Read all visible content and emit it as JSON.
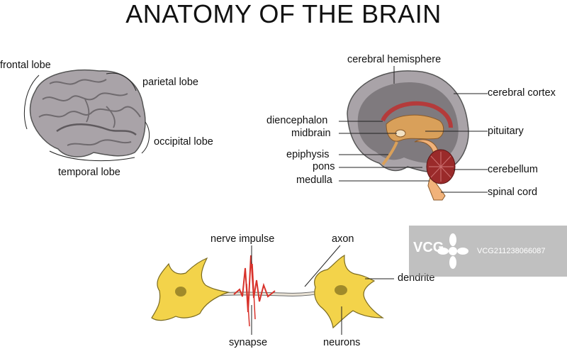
{
  "title": "ANATOMY OF THE BRAIN",
  "lobes": {
    "frontal": "frontal lobe",
    "parietal": "parietal lobe",
    "occipital": "occipital lobe",
    "temporal": "temporal lobe"
  },
  "section": {
    "cerebral_hemisphere": "cerebral hemisphere",
    "cerebral_cortex": "cerebral cortex",
    "diencephalon": "diencephalon",
    "midbrain": "midbrain",
    "pituitary": "pituitary",
    "epiphysis": "epiphysis",
    "pons": "pons",
    "cerebellum": "cerebellum",
    "medulla": "medulla",
    "spinal_cord": "spinal cord"
  },
  "neuron": {
    "nerve_impulse": "nerve impulse",
    "axon": "axon",
    "dendrite": "dendrite",
    "synapse": "synapse",
    "neurons": "neurons"
  },
  "watermark": {
    "logo": "VCG",
    "id": "VCG211238066087"
  },
  "colors": {
    "brain_gray": "#a9a3a8",
    "brain_gray_dark": "#7f7a7e",
    "cortex_red": "#b43b3b",
    "tan": "#d9a05a",
    "cerebellum": "#9a2a2a",
    "neuron_yellow": "#f3d34a",
    "impulse_red": "#d8322b"
  }
}
